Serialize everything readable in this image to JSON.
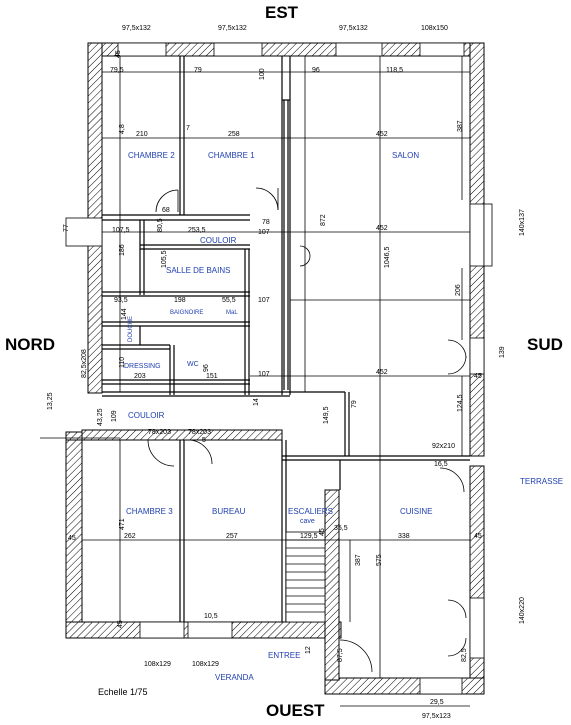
{
  "compass": {
    "est": "EST",
    "ouest": "OUEST",
    "nord": "NORD",
    "sud": "SUD"
  },
  "scale": "Echelle 1/75",
  "rooms": {
    "chambre2": "CHAMBRE 2",
    "chambre1": "CHAMBRE 1",
    "salon": "SALON",
    "couloir_top": "COULOIR",
    "salle_de_bains": "SALLE DE BAINS",
    "baignoire": "BAIGNOIRE",
    "mal": "MaL",
    "douche": "DOUCHE",
    "dressing": "DRESSING",
    "wc": "WC",
    "couloir_bottom": "COULOIR",
    "chambre3": "CHAMBRE 3",
    "bureau": "BUREAU",
    "escaliers": "ESCALIERS",
    "cave": "cave",
    "cuisine": "CUISINE",
    "terrasse": "TERRASSE",
    "entree": "ENTREE",
    "veranda": "VERANDA"
  },
  "dims": {
    "w_top1": "97,5x132",
    "w_top2": "97,5x132",
    "w_top3": "97,5x132",
    "w_top4": "108x150",
    "d_45a": "45",
    "d_79_5": "79,5",
    "d_79": "79",
    "d_100": "100",
    "d_96": "96",
    "d_118_5": "118,5",
    "d_387": "387",
    "d_4_8": "4,8",
    "d_210": "210",
    "d_258": "258",
    "d_452a": "452",
    "d_7a": "7",
    "d_68": "68",
    "d_78": "78",
    "d_253_5": "253,5",
    "d_107a": "107",
    "d_872": "872",
    "d_107_5": "107,5",
    "d_80_5": "80,5",
    "d_452b": "452",
    "d_140x137": "140x137",
    "d_77": "77",
    "d_186": "186",
    "d_105_5": "105,5",
    "d_1046_5": "1046,5",
    "d_206": "206",
    "d_93_5": "93,5",
    "d_198": "198",
    "d_55_5": "55,5",
    "d_107b": "107",
    "d_144": "144",
    "d_139": "139",
    "d_110": "110",
    "d_203": "203",
    "d_151": "151",
    "d_107c": "107",
    "d_452c": "452",
    "d_45b": "45",
    "d_96b": "96",
    "d_82_5x208": "82,5x208",
    "d_13_25": "13,25",
    "d_43_25": "43,25",
    "d_109": "109",
    "d_14": "14",
    "d_149_5": "149,5",
    "d_79b": "79",
    "d_124_5": "124,5",
    "d_78x203a": "78x203",
    "d_78x203b": "78x203",
    "d_5": "5",
    "d_92x210": "92x210",
    "d_16_5": "16,5",
    "d_45c": "45",
    "d_471": "471",
    "d_262": "262",
    "d_257": "257",
    "d_129_5": "129,5",
    "d_338": "338",
    "d_45d": "45",
    "d_45e": "45",
    "d_35_5": "35,5",
    "d_387b": "387",
    "d_575": "575",
    "d_10_5": "10,5",
    "d_45f": "45",
    "d_140x220": "140x220",
    "d_12": "12",
    "d_87_5": "87,5",
    "d_82_5": "82,5",
    "w_bot1": "108x129",
    "w_bot2": "108x129",
    "d_29_5": "29,5",
    "w_bot3": "97,5x123"
  }
}
